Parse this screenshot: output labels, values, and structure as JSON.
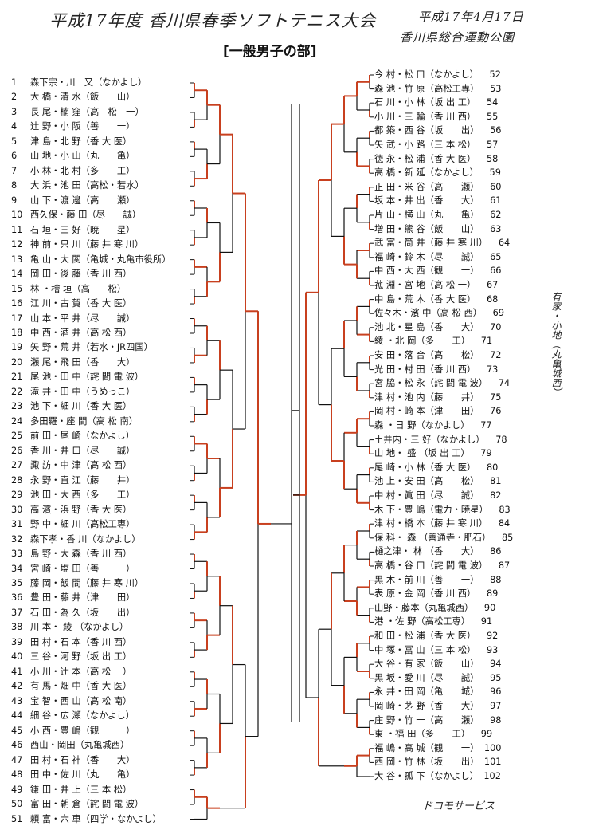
{
  "header": {
    "handwritten_title": "平成17年度 香川県春季ソフトテニス大会",
    "handwritten_date": "平成17年4月17日",
    "handwritten_venue": "香川県総合運動公園",
    "division": "[一般男子の部]"
  },
  "left_entries": [
    {
      "no": "1",
      "text": "森下宗・川　又（なかよし）"
    },
    {
      "no": "2",
      "text": "大 橋・清 水（飯　　山）"
    },
    {
      "no": "3",
      "text": "長 尾・楠 窪（高　松　一）"
    },
    {
      "no": "4",
      "text": "辻 野・小 阪（善　　一）"
    },
    {
      "no": "5",
      "text": "津 島・北 野（香 大 医）"
    },
    {
      "no": "6",
      "text": "山 地・小 山（丸　　亀）"
    },
    {
      "no": "7",
      "text": "小 林・北 村（多　　工）"
    },
    {
      "no": "8",
      "text": "大 浜・池 田（高松・若水）"
    },
    {
      "no": "9",
      "text": "山 下・渡 邊（高　　瀬）"
    },
    {
      "no": "10",
      "text": "西久保・藤 田（尽　　誠）"
    },
    {
      "no": "11",
      "text": "石 垣・三 好（暁　　星）"
    },
    {
      "no": "12",
      "text": "神 前・只 川（藤 井 寒 川）"
    },
    {
      "no": "13",
      "text": "亀 山・大 関（亀城・丸亀市役所）"
    },
    {
      "no": "14",
      "text": "岡 田・後 藤（香 川 西）"
    },
    {
      "no": "15",
      "text": "林 ・檜 垣（高　　松）"
    },
    {
      "no": "16",
      "text": "江 川・古 賀（香 大 医）"
    },
    {
      "no": "17",
      "text": "山 本・平 井（尽　　誠）"
    },
    {
      "no": "18",
      "text": "中 西・酒 井（高 松 西）"
    },
    {
      "no": "19",
      "text": "矢 野・荒 井（若水・JR四国）"
    },
    {
      "no": "20",
      "text": "瀬 尾・飛 田（香　　大）"
    },
    {
      "no": "21",
      "text": "尾 池・田 中（詫 間 電 波）"
    },
    {
      "no": "22",
      "text": "滝 井・田 中（うめっこ）"
    },
    {
      "no": "23",
      "text": "池 下・細 川（香 大 医）"
    },
    {
      "no": "24",
      "text": "多田羅・座 間（高 松 南）"
    },
    {
      "no": "25",
      "text": "前 田・尾 崎（なかよし）"
    },
    {
      "no": "26",
      "text": "香 川・井 口（尽　　誠）"
    },
    {
      "no": "27",
      "text": "諏 訪・中 津（高 松 西）"
    },
    {
      "no": "28",
      "text": "永 野・直 江（藤　　井）"
    },
    {
      "no": "29",
      "text": "池 田・大 西（多　　工）"
    },
    {
      "no": "30",
      "text": "高 濱・浜 野（香 大 医）"
    },
    {
      "no": "31",
      "text": "野 中・細 川（高松工専）"
    },
    {
      "no": "32",
      "text": "森下孝・香 川（なかよし）"
    },
    {
      "no": "33",
      "text": "島 野・大 森（香 川 西）"
    },
    {
      "no": "34",
      "text": "宮 崎・塩 田（善　　一）"
    },
    {
      "no": "35",
      "text": "藤 岡・飯 間（藤 井 寒 川）"
    },
    {
      "no": "36",
      "text": "豊 田・藤 井（津　　田）"
    },
    {
      "no": "37",
      "text": "石 田・為 久（坂　　出）"
    },
    {
      "no": "38",
      "text": "川 本・ 綾 （なかよし）"
    },
    {
      "no": "39",
      "text": "田 村・石 本（香 川 西）"
    },
    {
      "no": "40",
      "text": "三 谷・河 野（坂 出 工）"
    },
    {
      "no": "41",
      "text": "小 川・辻 本（高 松 一）"
    },
    {
      "no": "42",
      "text": "有 馬・畑 中（香 大 医）"
    },
    {
      "no": "43",
      "text": "宝 智・西 山（高 松 南）"
    },
    {
      "no": "44",
      "text": "細 谷・広 瀬（なかよし）"
    },
    {
      "no": "45",
      "text": "小 西・豊 嶋（観　　一）"
    },
    {
      "no": "46",
      "text": "西山・岡田（丸亀城西）"
    },
    {
      "no": "47",
      "text": "田 村・石 神（香　　大）"
    },
    {
      "no": "48",
      "text": "田 中・佐 川（丸　　亀）"
    },
    {
      "no": "49",
      "text": "鎌 田・井 上（三 本 松）"
    },
    {
      "no": "50",
      "text": "富 田・朝 倉（詫 間 電 波）"
    },
    {
      "no": "51",
      "text": "頼 富・六 車（四学・なかよし）"
    }
  ],
  "right_entries": [
    {
      "no": "52",
      "text": "今 村・松 口（なかよし）"
    },
    {
      "no": "53",
      "text": "森 池・竹 原（高松工専）"
    },
    {
      "no": "54",
      "text": "石 川・小 林（坂 出 工）"
    },
    {
      "no": "55",
      "text": "小 川・三 輪（香 川 西）"
    },
    {
      "no": "56",
      "text": "都 築・西 谷（坂　　出）"
    },
    {
      "no": "57",
      "text": "矢 武・小 路（三 本 松）"
    },
    {
      "no": "58",
      "text": "徳 永・松 浦（香 大 医）"
    },
    {
      "no": "59",
      "text": "高 橋・新 延（なかよし）"
    },
    {
      "no": "60",
      "text": "正 田・米 谷（高　　瀬）"
    },
    {
      "no": "61",
      "text": "坂 本・井 出（香　　大）"
    },
    {
      "no": "62",
      "text": "片 山・横 山（丸　　亀）"
    },
    {
      "no": "63",
      "text": "増 田・熊 谷（飯　　山）"
    },
    {
      "no": "64",
      "text": "武 富・筒 井（藤 井 寒 川）"
    },
    {
      "no": "65",
      "text": "福 崎・鈴 木（尽　　誠）"
    },
    {
      "no": "66",
      "text": "中 西・大 西（観　　一）"
    },
    {
      "no": "67",
      "text": "菰 淵・宮 地（高 松 一）"
    },
    {
      "no": "68",
      "text": "中 島・荒 木（香 大 医）"
    },
    {
      "no": "69",
      "text": "佐々木・濱 中（高 松 西）"
    },
    {
      "no": "70",
      "text": "池 北・星 島（香　　大）"
    },
    {
      "no": "71",
      "text": "綾 ・北 岡（多　　工）"
    },
    {
      "no": "72",
      "text": "安 田・落 合（高　　松）"
    },
    {
      "no": "73",
      "text": "光 田・村 田（香 川 西）"
    },
    {
      "no": "74",
      "text": "宮 脇・松 永（詫 間 電 波）"
    },
    {
      "no": "75",
      "text": "津 村・池 内（藤　　井）"
    },
    {
      "no": "76",
      "text": "岡 村・崎 本（津　　田）"
    },
    {
      "no": "77",
      "text": "森 ・日 野（なかよし）"
    },
    {
      "no": "78",
      "text": "土井内・三 好（なかよし）"
    },
    {
      "no": "79",
      "text": "山 地・ 盛 （坂 出 工）"
    },
    {
      "no": "80",
      "text": "尾 崎・小 林（香 大 医）"
    },
    {
      "no": "81",
      "text": "池 上・安 田（高　　松）"
    },
    {
      "no": "82",
      "text": "中 村・眞 田（尽　　誠）"
    },
    {
      "no": "83",
      "text": "木 下・豊 嶋（電力・暁星）"
    },
    {
      "no": "84",
      "text": "津 村・橋 本（藤 井 寒 川）"
    },
    {
      "no": "85",
      "text": "保 科・ 森 （善通寺・肥石）"
    },
    {
      "no": "86",
      "text": "樋之津・ 林 （香　　大）"
    },
    {
      "no": "87",
      "text": "高 橋・谷 口（詫 間 電 波）"
    },
    {
      "no": "88",
      "text": "黒 木・前 川（善　　一）"
    },
    {
      "no": "89",
      "text": "表 原・金 岡（香 川 西）"
    },
    {
      "no": "90",
      "text": "山野・藤本（丸亀城西）"
    },
    {
      "no": "91",
      "text": "港 ・佐 野（高松工専）"
    },
    {
      "no": "92",
      "text": "和 田・松 浦（香 大 医）"
    },
    {
      "no": "93",
      "text": "中 塚・冨 山（三 本 松）"
    },
    {
      "no": "94",
      "text": "大 谷・有 家（飯　　山）"
    },
    {
      "no": "95",
      "text": "黒 坂・愛 川（尽　　誠）"
    },
    {
      "no": "96",
      "text": "永 井・田 岡（亀　　城）"
    },
    {
      "no": "97",
      "text": "岡 崎・茅 野（香　　大）"
    },
    {
      "no": "98",
      "text": "庄 野・竹 一（高　　瀬）"
    },
    {
      "no": "99",
      "text": "東 ・福 田（多　　工）"
    },
    {
      "no": "100",
      "text": "福 嶋・高 城（観　　一）"
    },
    {
      "no": "101",
      "text": "西 岡・竹 林（坂　　出）"
    },
    {
      "no": "102",
      "text": "大 谷・孤 下（なかよし）"
    }
  ],
  "handwritten_notes": {
    "right_margin": "有家・小地（丸亀城西）",
    "bottom_right": "ドコモサービス"
  },
  "colors": {
    "winner_line": "#c8401f",
    "bracket_line": "#111111"
  }
}
